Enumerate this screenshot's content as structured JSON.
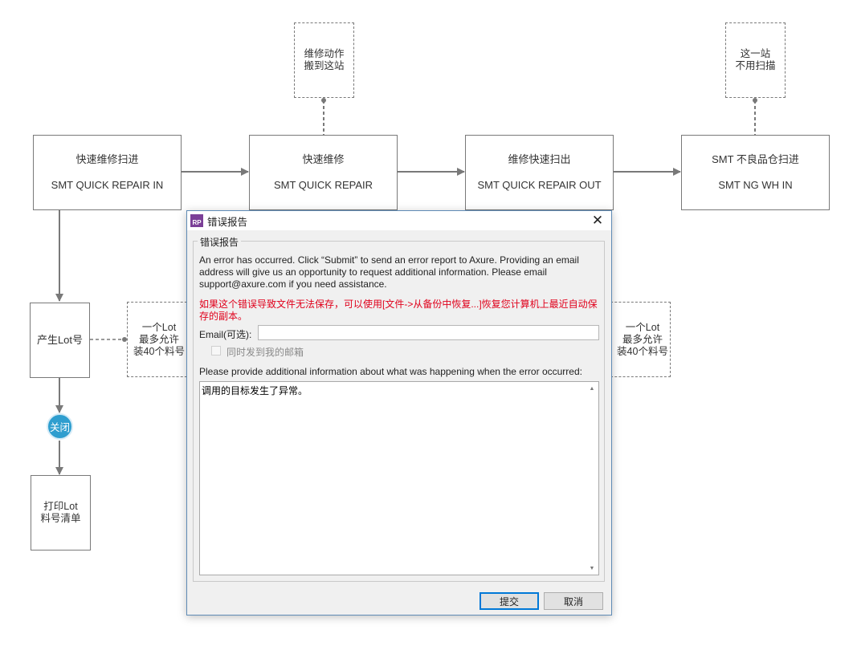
{
  "flow": {
    "step1": {
      "cn": "快速维修扫进",
      "en": "SMT QUICK REPAIR IN"
    },
    "step2": {
      "cn": "快速维修",
      "en": "SMT QUICK REPAIR"
    },
    "step3": {
      "cn": "维修快速扫出",
      "en": "SMT QUICK REPAIR OUT"
    },
    "step4": {
      "cn": "SMT 不良品仓扫进",
      "en": "SMT NG WH IN"
    },
    "note_repair": "维修动作\n搬到这站",
    "note_noscan": "这一站\n不用扫描",
    "generate_lot": "产生Lot号",
    "lot_note_left": "一个Lot\n最多允许\n装40个料号",
    "lot_note_right": "一个Lot\n最多允许\n装40个料号",
    "close_button": "关闭",
    "print_list": "打印Lot\n料号清单"
  },
  "dialog": {
    "title": "错误报告",
    "app_icon": "RP",
    "group_title": "错误报告",
    "description": "An error has occurred. Click “Submit” to send an error report to Axure. Providing an email address will give us an opportunity to request additional information. Please email support@axure.com if you need assistance.",
    "warning": "如果这个错误导致文件无法保存，可以使用[文件->从备份中恢复...]恢复您计算机上最近自动保存的副本。",
    "email_label": "Email(可选):",
    "email_value": "",
    "send_copy_label": "同时发到我的邮箱",
    "info_prompt": "Please provide additional information about what was happening when the error occurred:",
    "info_text": "调用的目标发生了异常。",
    "submit_label": "提交",
    "cancel_label": "取消"
  },
  "colors": {
    "line": "#797979",
    "warning_text": "#e0001b",
    "circle_button": "#2f9ecf",
    "dialog_border": "#5f8bb5"
  }
}
